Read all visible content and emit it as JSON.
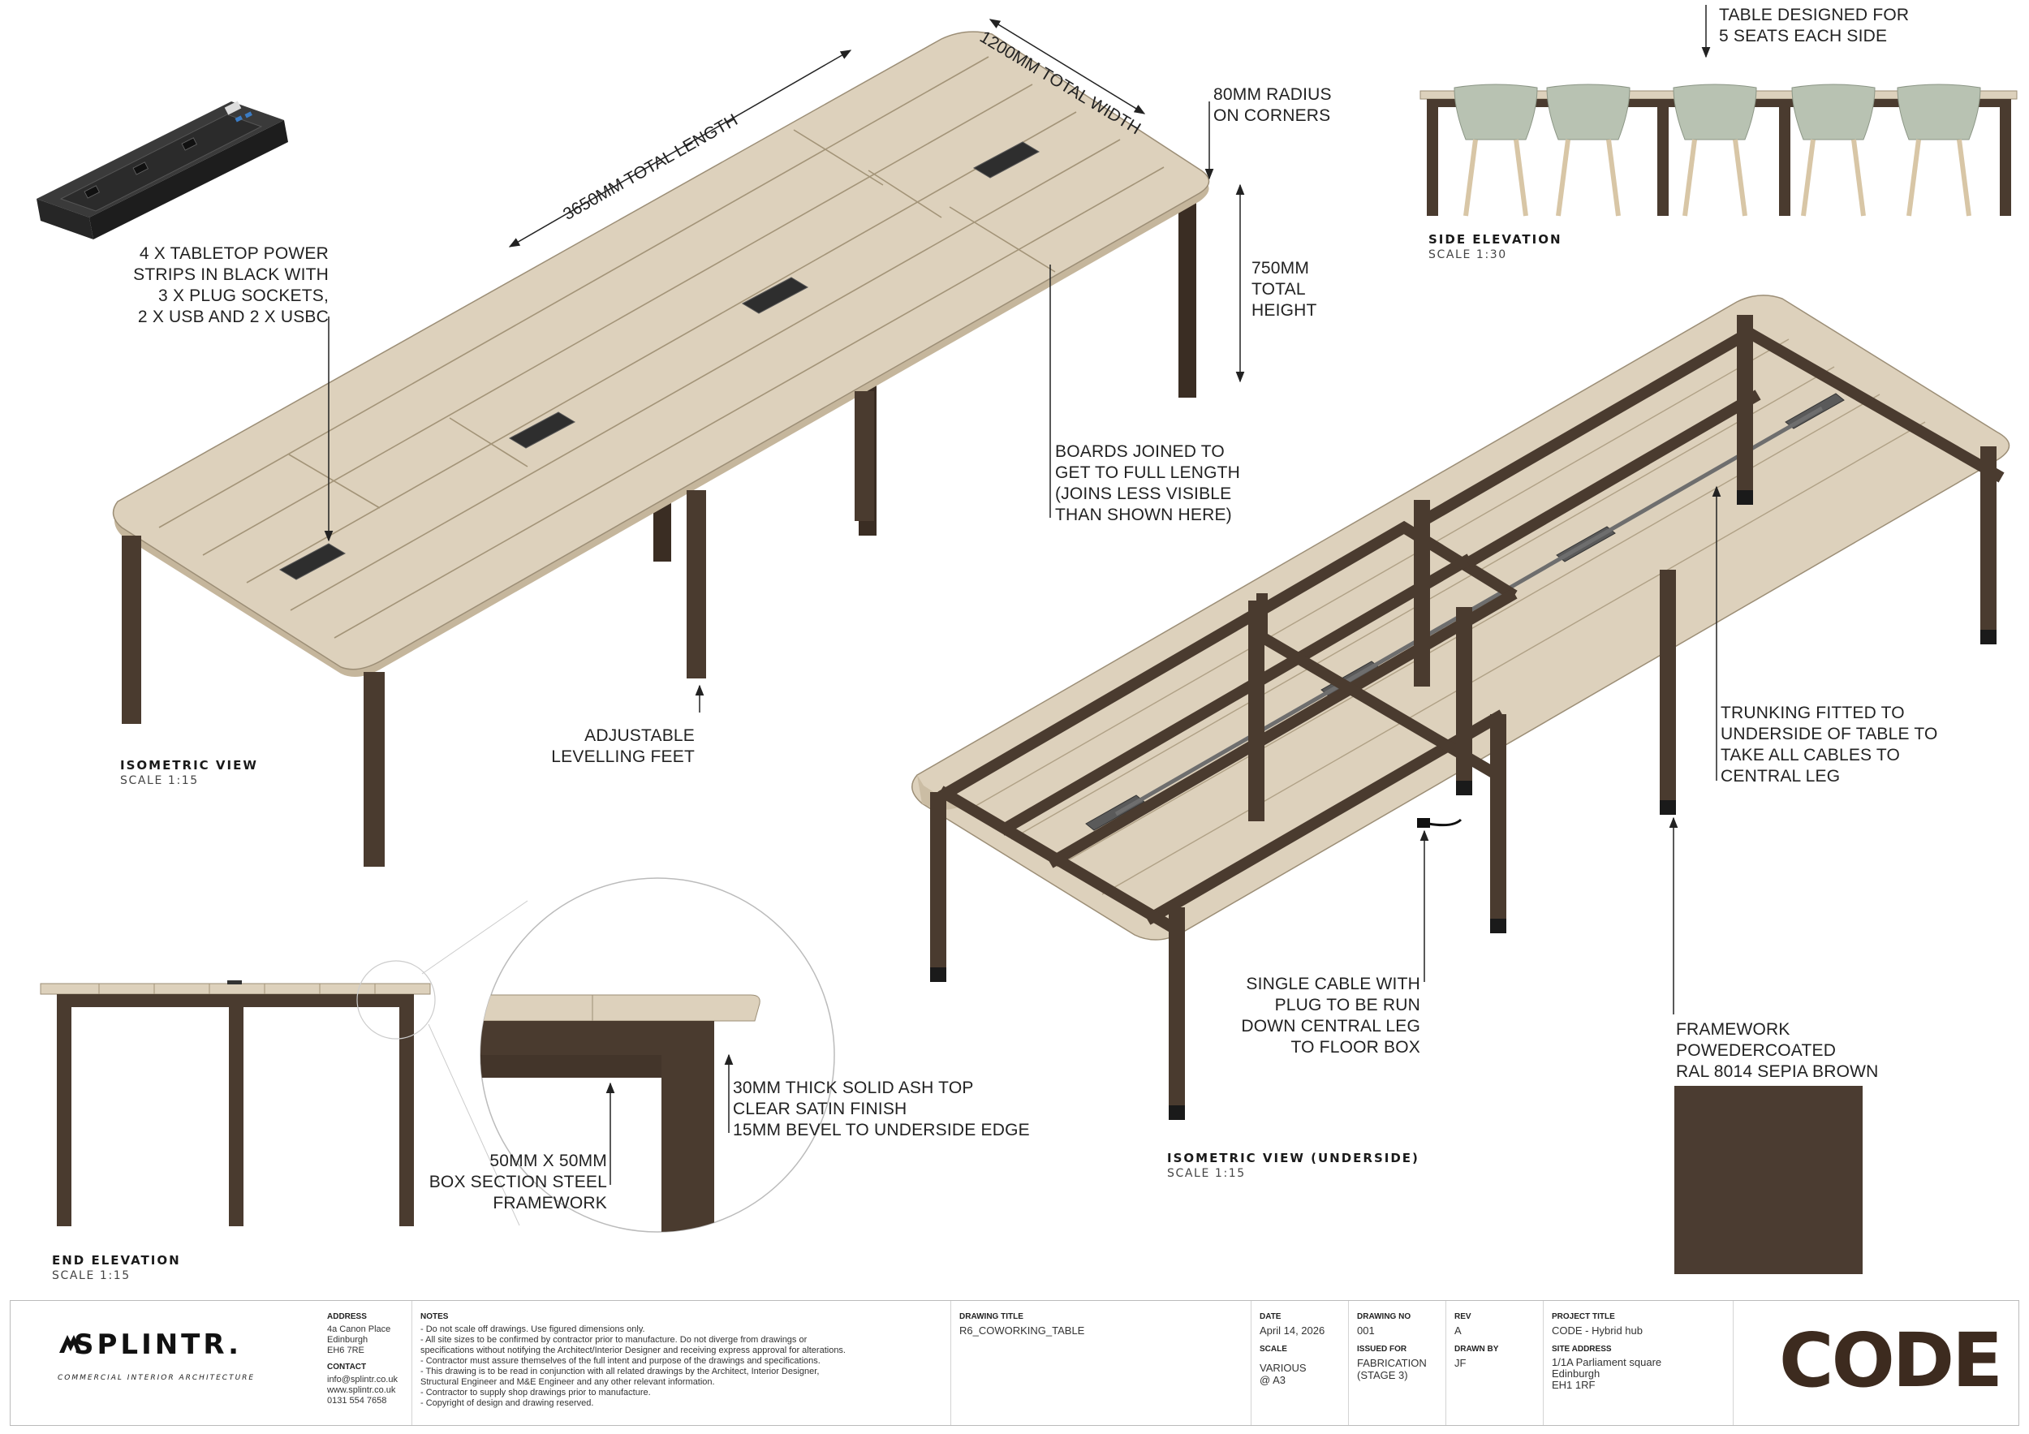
{
  "colors": {
    "frame": "#4a3b2f",
    "frame_dark": "#3a2d23",
    "wood": "#d9cdb8",
    "wood_light": "#e4dac9",
    "wood_grain": "#c9bba3",
    "sepia_swatch": "#4b3c31",
    "code_logo": "#3d2b1f",
    "chair": "#b8c2b2",
    "chair_leg": "#d8c6a6",
    "power_strip": "#2c2c2c"
  },
  "annotations": {
    "top_design": "TABLE DESIGNED FOR\n5 SEATS EACH SIDE",
    "total_length": "3650MM TOTAL LENGTH",
    "total_width": "1200MM TOTAL WIDTH",
    "radius": "80MM RADIUS\nON CORNERS",
    "height": "750MM\nTOTAL\nHEIGHT",
    "power": "4 X TABLETOP POWER\nSTRIPS IN BLACK WITH\n3 X PLUG SOCKETS,\n2 X USB AND 2 X USBC",
    "boards": "BOARDS JOINED TO\nGET TO FULL LENGTH\n(JOINS LESS VISIBLE\nTHAN SHOWN HERE)",
    "feet": "ADJUSTABLE\nLEVELLING FEET",
    "trunking": "TRUNKING FITTED TO\nUNDERSIDE OF TABLE TO\nTAKE ALL CABLES TO\nCENTRAL LEG",
    "cable": "SINGLE CABLE WITH\nPLUG TO BE RUN\nDOWN CENTRAL LEG\nTO FLOOR BOX",
    "framework": "FRAMEWORK\nPOWEDERCOATED\nRAL 8014 SEPIA BROWN",
    "ash_top": "30MM THICK SOLID ASH TOP\nCLEAR SATIN FINISH\n15MM BEVEL TO UNDERSIDE EDGE",
    "box_section": "50MM X 50MM\nBOX SECTION STEEL\nFRAMEWORK"
  },
  "views": {
    "side_title": "SIDE ELEVATION",
    "side_scale": "SCALE 1:30",
    "iso_title": "ISOMETRIC VIEW",
    "iso_scale": "SCALE 1:15",
    "iso_under_title": "ISOMETRIC VIEW (UNDERSIDE)",
    "iso_under_scale": "SCALE 1:15",
    "end_title": "END ELEVATION",
    "end_scale": "SCALE 1:15"
  },
  "title_block": {
    "logo_name": "SPLINTR.",
    "logo_tagline": "COMMERCIAL INTERIOR ARCHITECTURE",
    "address_label": "ADDRESS",
    "address": "4a Canon Place\nEdinburgh\nEH6 7RE",
    "contact_label": "CONTACT",
    "contact": "info@splintr.co.uk\nwww.splintr.co.uk\n0131 554 7658",
    "notes_label": "NOTES",
    "notes": "- Do not scale off drawings. Use figured dimensions only.\n- All site sizes to be confirmed by contractor prior to manufacture. Do not diverge from drawings or\nspecifications without notifying the Architect/Interior Designer and receiving express approval for alterations.\n- Contractor must assure themselves of the full intent and purpose of the drawings and specifications.\n- This drawing is to be read in conjunction with all related drawings by the Architect, Interior Designer,\nStructural Engineer and M&E Engineer and any other relevant information.\n- Contractor to supply shop drawings prior to manufacture.\n- Copyright of design and drawing reserved.",
    "drawing_title_label": "DRAWING TITLE",
    "drawing_title": "R6_COWORKING_TABLE",
    "date_label": "DATE",
    "date": "April 14, 2026",
    "scale_label": "SCALE",
    "scale": "VARIOUS\n@ A3",
    "drawing_no_label": "DRAWING NO",
    "drawing_no": "001",
    "issued_label": "ISSUED FOR",
    "issued": "FABRICATION\n(STAGE 3)",
    "rev_label": "REV",
    "rev": "A",
    "drawn_label": "DRAWN BY",
    "drawn": "JF",
    "project_label": "PROJECT TITLE",
    "project": "CODE - Hybrid hub",
    "site_label": "SITE ADDRESS",
    "site": "1/1A Parliament square\nEdinburgh\nEH1 1RF",
    "client_logo": "CODE"
  }
}
